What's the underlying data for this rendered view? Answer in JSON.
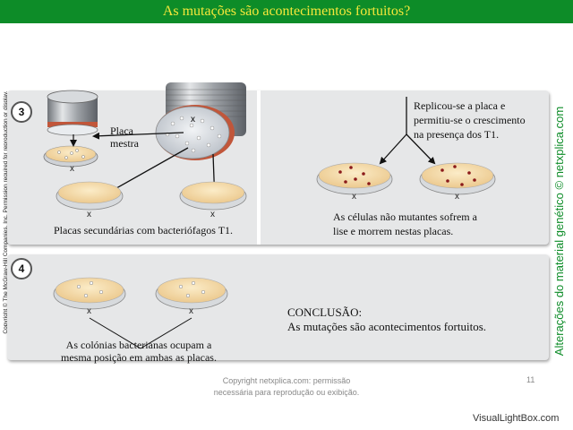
{
  "title": "As mutações são acontecimentos fortuitos?",
  "side_left_text": "Copyright © The McGraw-Hill Companies, Inc. Permission required for reproduction or display.",
  "side_right_text": "Alterações do material genético © netxplica.com",
  "steps": [
    "3",
    "4"
  ],
  "panel3": {
    "master_label": "Placa\nmestra",
    "secondary_label": "Placas secundárias com bacteriófagos T1.",
    "replica_label": "Replicou-se a placa e\npermitiu-se o crescimento\nna presença dos T1.",
    "lysis_label": "As células não mutantes sofrem a\nlise e morrem nestas placas."
  },
  "panel4": {
    "colonies_label": "As colónias bacterianas ocupam a\nmesma posição em ambas as placas.",
    "conclusion_heading": "CONCLUSÃO:",
    "conclusion_text": "As mutações são acontecimentos fortuitos."
  },
  "x_mark": "x",
  "footer": {
    "line1": "Copyright netxplica.com: permissão",
    "line2": "necessária para reprodução ou exibição.",
    "page_number": "11"
  },
  "watermark": "VisualLightBox.com",
  "colors": {
    "title_bg": "#0d8c28",
    "title_text": "#f5e83a",
    "panel_bg": "#e6e7e8",
    "dish_fill": "#f3dcb0",
    "colony_red": "#8b1a1a",
    "side_right": "#0d8c28"
  }
}
